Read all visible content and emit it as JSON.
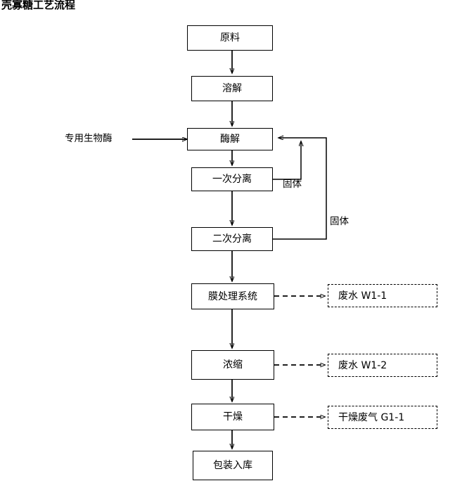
{
  "title": "壳寡糖工艺流程",
  "diagram": {
    "type": "process-flowchart",
    "nodes": [
      {
        "id": "raw-material",
        "label": "原料",
        "style": "solid"
      },
      {
        "id": "dissolve",
        "label": "溶解",
        "style": "solid"
      },
      {
        "id": "enzymolysis",
        "label": "酶解",
        "style": "solid-heavy"
      },
      {
        "id": "primary-separation",
        "label": "一次分离",
        "style": "solid"
      },
      {
        "id": "secondary-separation",
        "label": "二次分离",
        "style": "solid-heavy"
      },
      {
        "id": "membrane-system",
        "label": "膜处理系统",
        "style": "solid"
      },
      {
        "id": "concentration",
        "label": "浓缩",
        "style": "solid-heavy"
      },
      {
        "id": "drying",
        "label": "干燥",
        "style": "solid"
      },
      {
        "id": "packaging",
        "label": "包装入库",
        "style": "solid-heavy"
      },
      {
        "id": "wastewater-1",
        "label": "废水 W1-1",
        "style": "dashed"
      },
      {
        "id": "wastewater-2",
        "label": "废水 W1-2",
        "style": "dashed"
      },
      {
        "id": "exhaust-gas-1",
        "label": "干燥废气 G1-1",
        "style": "dashed"
      }
    ],
    "input_labels": [
      {
        "id": "special-enzyme",
        "label": "专用生物酶"
      }
    ],
    "edge_labels": [
      {
        "id": "solid-recycle-primary",
        "label": "固体"
      },
      {
        "id": "solid-recycle-secondary",
        "label": "固体"
      }
    ],
    "colors": {
      "stroke": "#000000",
      "background": "#ffffff",
      "text": "#000000"
    }
  }
}
